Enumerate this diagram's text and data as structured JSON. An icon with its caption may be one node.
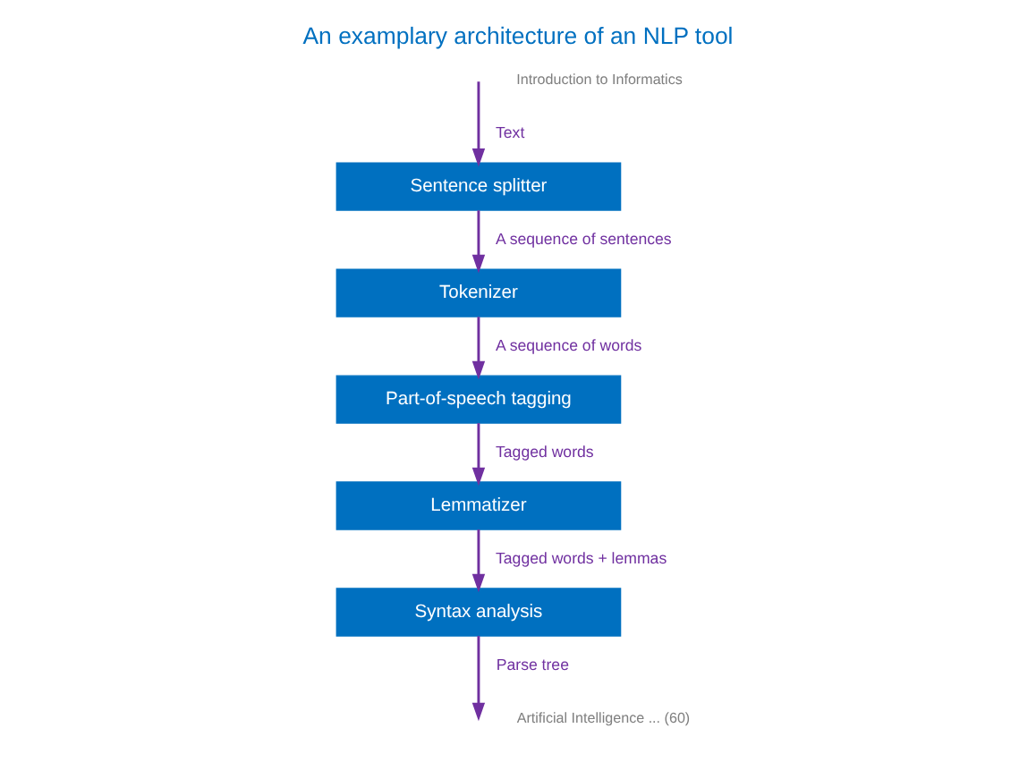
{
  "diagram": {
    "title": "An examplary architecture of an NLP tool",
    "nodes": [
      {
        "text": [
          "Sentence splitter"
        ]
      },
      {
        "text": [
          "Tokenizer"
        ]
      },
      {
        "text": [
          "Part-of-speech tagging"
        ]
      },
      {
        "text": [
          "Lemmatizer"
        ]
      },
      {
        "text": [
          "Syntax analysis"
        ]
      }
    ],
    "edges": [
      {
        "from": null,
        "to": 0,
        "arrow": "to",
        "label": "Text"
      },
      {
        "from": 0,
        "to": 1,
        "arrow": "to",
        "label": "A sequence of sentences"
      },
      {
        "from": 1,
        "to": 2,
        "arrow": "to",
        "label": "A sequence of words"
      },
      {
        "from": 2,
        "to": 3,
        "arrow": "to",
        "label": "Tagged words"
      },
      {
        "from": 3,
        "to": 4,
        "arrow": "to",
        "label": "Tagged words + lemmas"
      },
      {
        "from": 4,
        "to": null,
        "arrow": "to",
        "label": "Parse tree"
      }
    ],
    "labels": [
      "Introduction to Informatics",
      "Artificial Intelligence ... (60)"
    ]
  }
}
